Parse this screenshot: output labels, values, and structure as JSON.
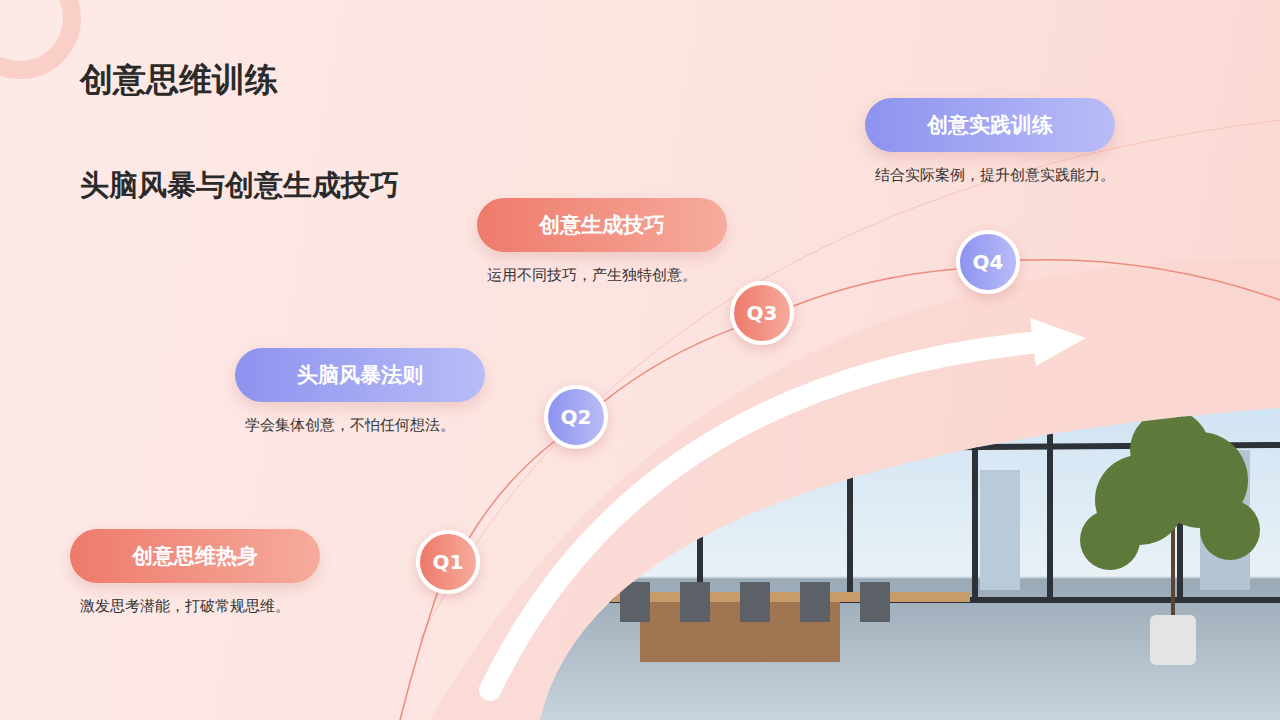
{
  "diagram": {
    "title": "创意思维训练",
    "nodes": [
      {
        "text": [
          "创意思维热身",
          "激发思考潜能，打破常规思维。"
        ]
      },
      {
        "text": [
          "Q1"
        ]
      },
      {
        "text": [
          "头脑风暴法则",
          "学会集体创意，不怕任何想法。"
        ]
      },
      {
        "text": [
          "Q2"
        ]
      },
      {
        "text": [
          "创意生成技巧",
          "运用不同技巧，产生独特创意。"
        ]
      },
      {
        "text": [
          "Q3"
        ]
      },
      {
        "text": [
          "创意实践训练",
          "结合实际案例，提升创意实践能力。"
        ]
      },
      {
        "text": [
          "Q4"
        ]
      }
    ],
    "edges": [
      {
        "from": 1,
        "to": 3,
        "arrow": "none"
      },
      {
        "from": 3,
        "to": 5,
        "arrow": "none"
      },
      {
        "from": 5,
        "to": 7,
        "arrow": "none"
      }
    ],
    "labels": [
      "头脑风暴与创意生成技巧"
    ]
  }
}
